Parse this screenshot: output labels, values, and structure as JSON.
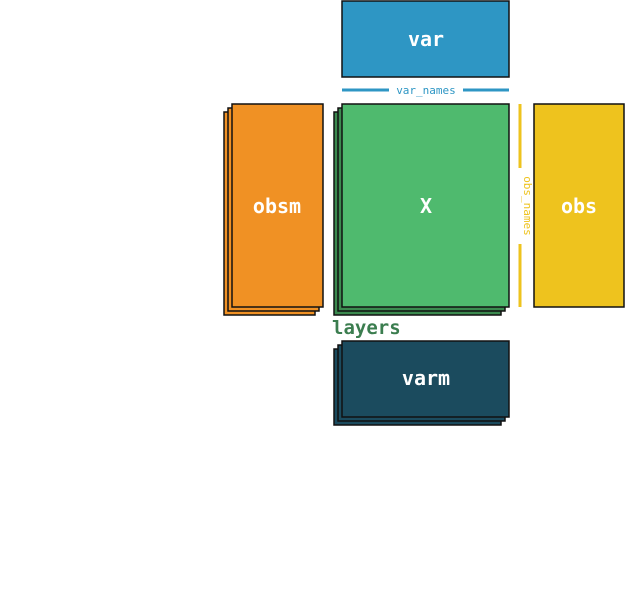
{
  "diagram": {
    "var": {
      "label": "var",
      "color": "#2e96c4"
    },
    "var_names": {
      "label": "var_names",
      "color": "#2e96c4"
    },
    "obsm": {
      "label": "obsm",
      "color": "#f09124"
    },
    "X": {
      "label": "X",
      "color": "#4fba6e"
    },
    "X_shadow": {
      "color": "#3b8a4f"
    },
    "obs": {
      "label": "obs",
      "color": "#eec31e"
    },
    "obs_names": {
      "label": "obs_names",
      "color": "#eec31e"
    },
    "layers": {
      "label": "layers",
      "color": "#3b7d4f"
    },
    "varm": {
      "label": "varm",
      "color": "#1b4b5e"
    }
  }
}
